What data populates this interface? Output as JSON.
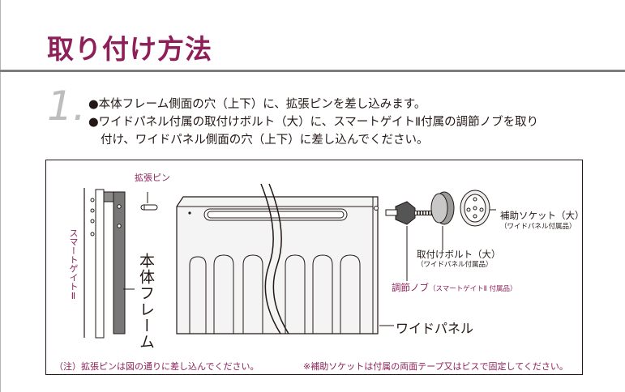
{
  "page": {
    "title": "取り付け方法",
    "step_number": "1.",
    "instructions": [
      "●本体フレーム側面の穴（上下）に、拡張ピンを差し込みます。",
      "●ワイドパネル付属の取付けボルト（大）に、スマートゲイトⅡ付属の調節ノブを取り",
      "付け、ワイドパネル側面の穴（上下）に差し込んでください。"
    ]
  },
  "figure": {
    "labels": {
      "pin": "拡張ピン",
      "smart_gate": "スマートゲイトⅡ",
      "main_frame": "本体フレーム",
      "wide_panel": "ワイドパネル",
      "socket": "補助ソケット（大）",
      "socket_sub": "（ワイドパネル付属品）",
      "bolt": "取付けボルト（大）",
      "bolt_sub": "（ワイドパネル付属品）",
      "knob": "調節ノブ",
      "knob_sub": "（スマートゲイトⅡ 付属品）"
    },
    "notes": {
      "left": "（注）拡張ピンは図の通りに差し込んでください。",
      "right": "※補助ソケットは付属の両面テープ又はビスで固定してください。"
    }
  },
  "colors": {
    "accent": "#8e1f59",
    "rule": "#7d7d7d",
    "step": "#bdbdbd"
  }
}
